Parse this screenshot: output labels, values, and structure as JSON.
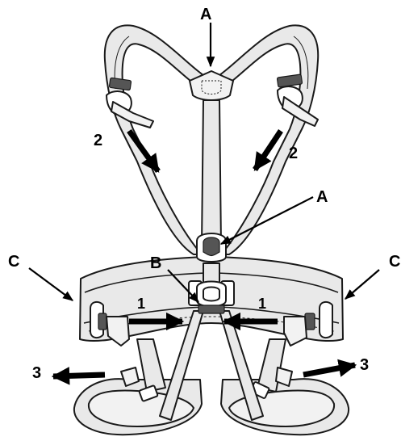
{
  "labels": {
    "a_top": "A",
    "a_mid": "A",
    "b": "B",
    "c_left": "C",
    "c_right": "C",
    "num_1_left": "1",
    "num_1_right": "1",
    "num_2_left": "2",
    "num_2_right": "2",
    "num_3_left": "3",
    "num_3_right": "3"
  },
  "colors": {
    "strap_fill": "#e9e9e9",
    "outline": "#1a1a1a",
    "arrow": "#000000"
  }
}
